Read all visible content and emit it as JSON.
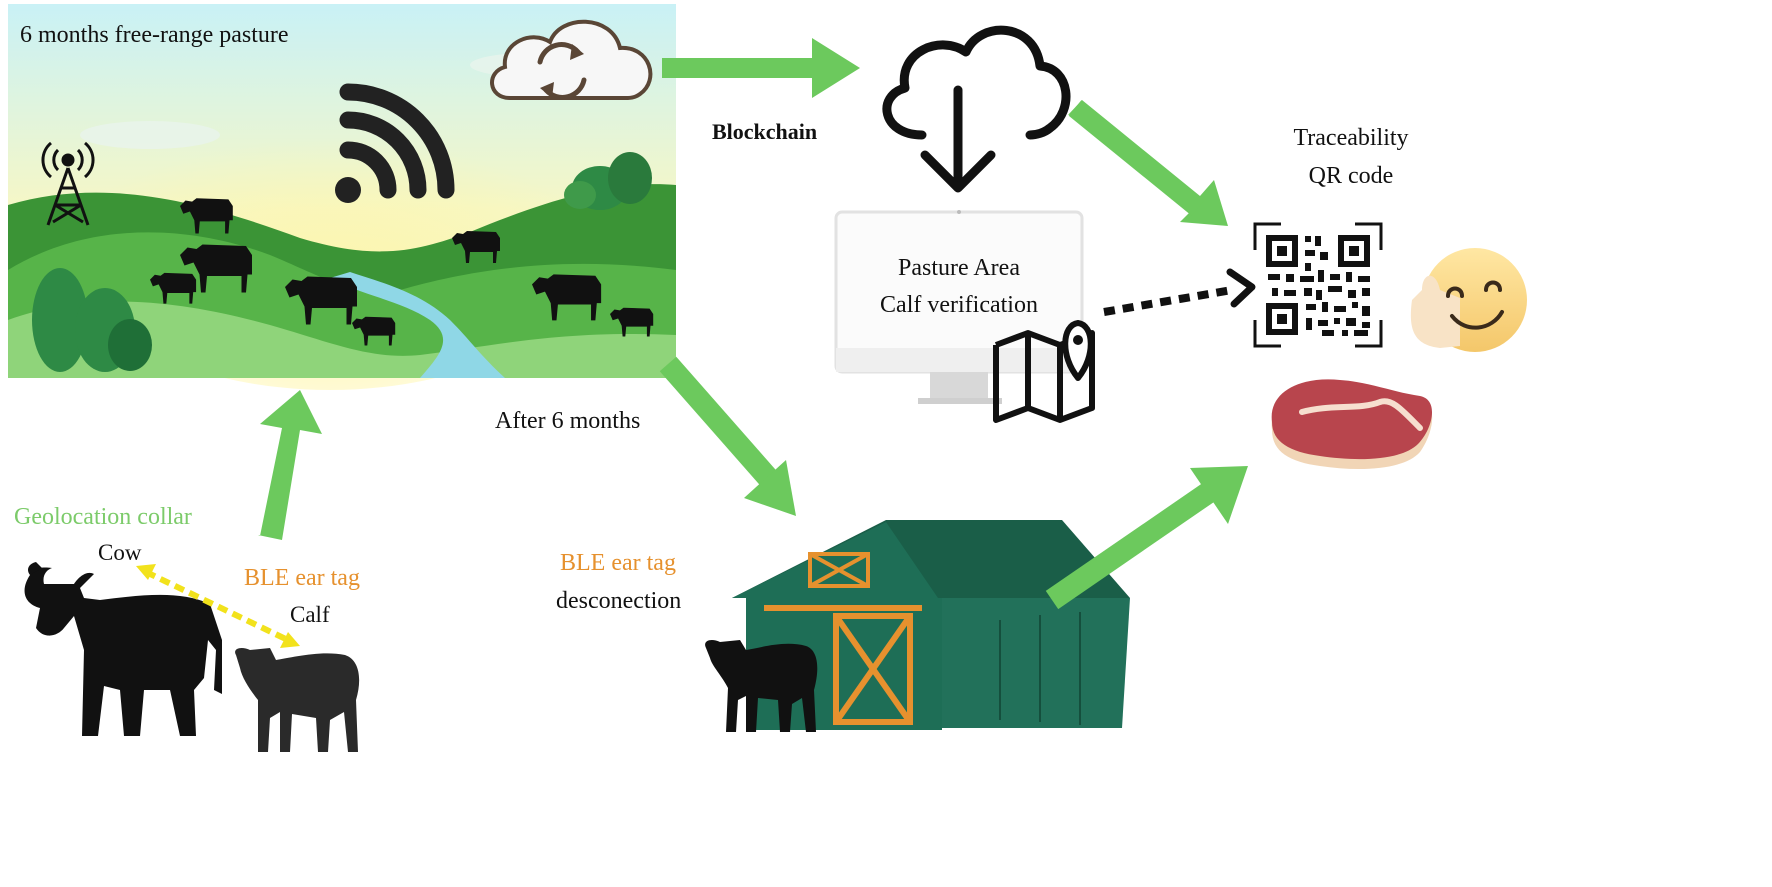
{
  "labels": {
    "pasture": "6 months free-range pasture",
    "blockchain": "Blockchain",
    "traceability_line1": "Traceability",
    "traceability_line2": "QR code",
    "monitor_line1": "Pasture Area",
    "monitor_line2": "Calf verification",
    "after_months": "After 6 months",
    "geolocation_collar": "Geolocation collar",
    "cow": "Cow",
    "ble_ear_tag": "BLE ear tag",
    "calf": "Calf",
    "ble_ear_tag_barn": "BLE ear tag",
    "disconnection": "desconection"
  },
  "colors": {
    "arrow_green": "#6cc95d",
    "collar_green": "#7ccb6a",
    "tag_orange": "#e6912e",
    "dashed_yellow": "#f2e21c",
    "barn_green": "#1e6e56",
    "barn_door": "#e6912e",
    "silhouette": "#111111"
  },
  "icons": [
    "cloud-sync-icon",
    "cloud-download-icon",
    "wifi-icon",
    "radio-tower-icon",
    "map-pin-icon",
    "qr-code-icon",
    "smiley-face-icon",
    "steak-icon",
    "barn-icon"
  ]
}
